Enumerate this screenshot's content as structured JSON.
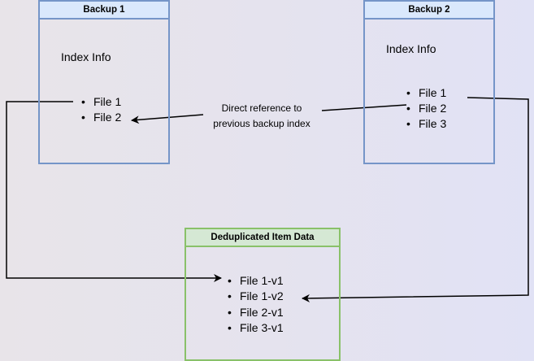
{
  "backup1": {
    "title": "Backup 1",
    "index_label": "Index Info",
    "files": [
      "File 1",
      "File 2"
    ]
  },
  "backup2": {
    "title": "Backup 2",
    "index_label": "Index Info",
    "files": [
      "File 1",
      "File 2",
      "File 3"
    ]
  },
  "dedup": {
    "title": "Deduplicated Item Data",
    "files": [
      "File 1-v1",
      "File 1-v2",
      "File 2-v1",
      "File 3-v1"
    ]
  },
  "edge_label": {
    "line1": "Direct reference to",
    "line2": "previous backup index"
  },
  "colors": {
    "blue_stroke": "#7595c8",
    "blue_fill": "#dae8fc",
    "green_stroke": "#89c169",
    "green_fill": "#d5e8d4"
  }
}
